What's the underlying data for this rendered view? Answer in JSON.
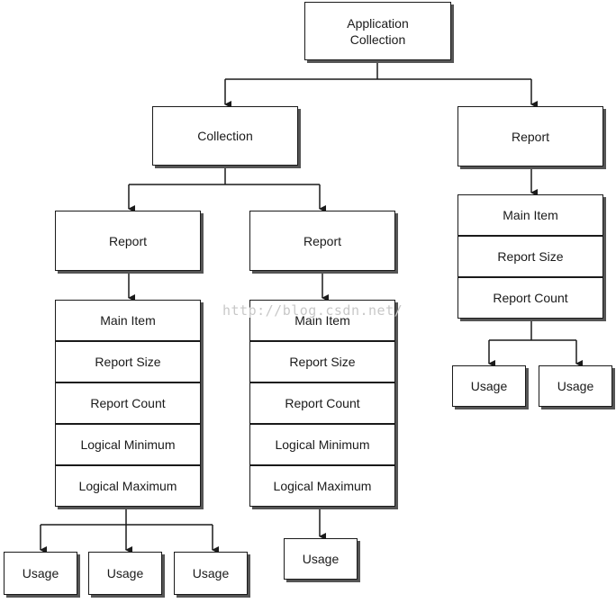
{
  "root": {
    "label": "Application\nCollection"
  },
  "collection": {
    "label": "Collection"
  },
  "report_left": {
    "label": "Report",
    "items": [
      "Main Item",
      "Report Size",
      "Report Count",
      "Logical Minimum",
      "Logical Maximum"
    ],
    "usages": [
      "Usage",
      "Usage",
      "Usage"
    ]
  },
  "report_middle": {
    "label": "Report",
    "items": [
      "Main Item",
      "Report Size",
      "Report Count",
      "Logical Minimum",
      "Logical Maximum"
    ],
    "usages": [
      "Usage"
    ]
  },
  "report_right": {
    "label": "Report",
    "items": [
      "Main Item",
      "Report Size",
      "Report Count"
    ],
    "usages": [
      "Usage",
      "Usage"
    ]
  },
  "watermark": "http://blog.csdn.net/"
}
